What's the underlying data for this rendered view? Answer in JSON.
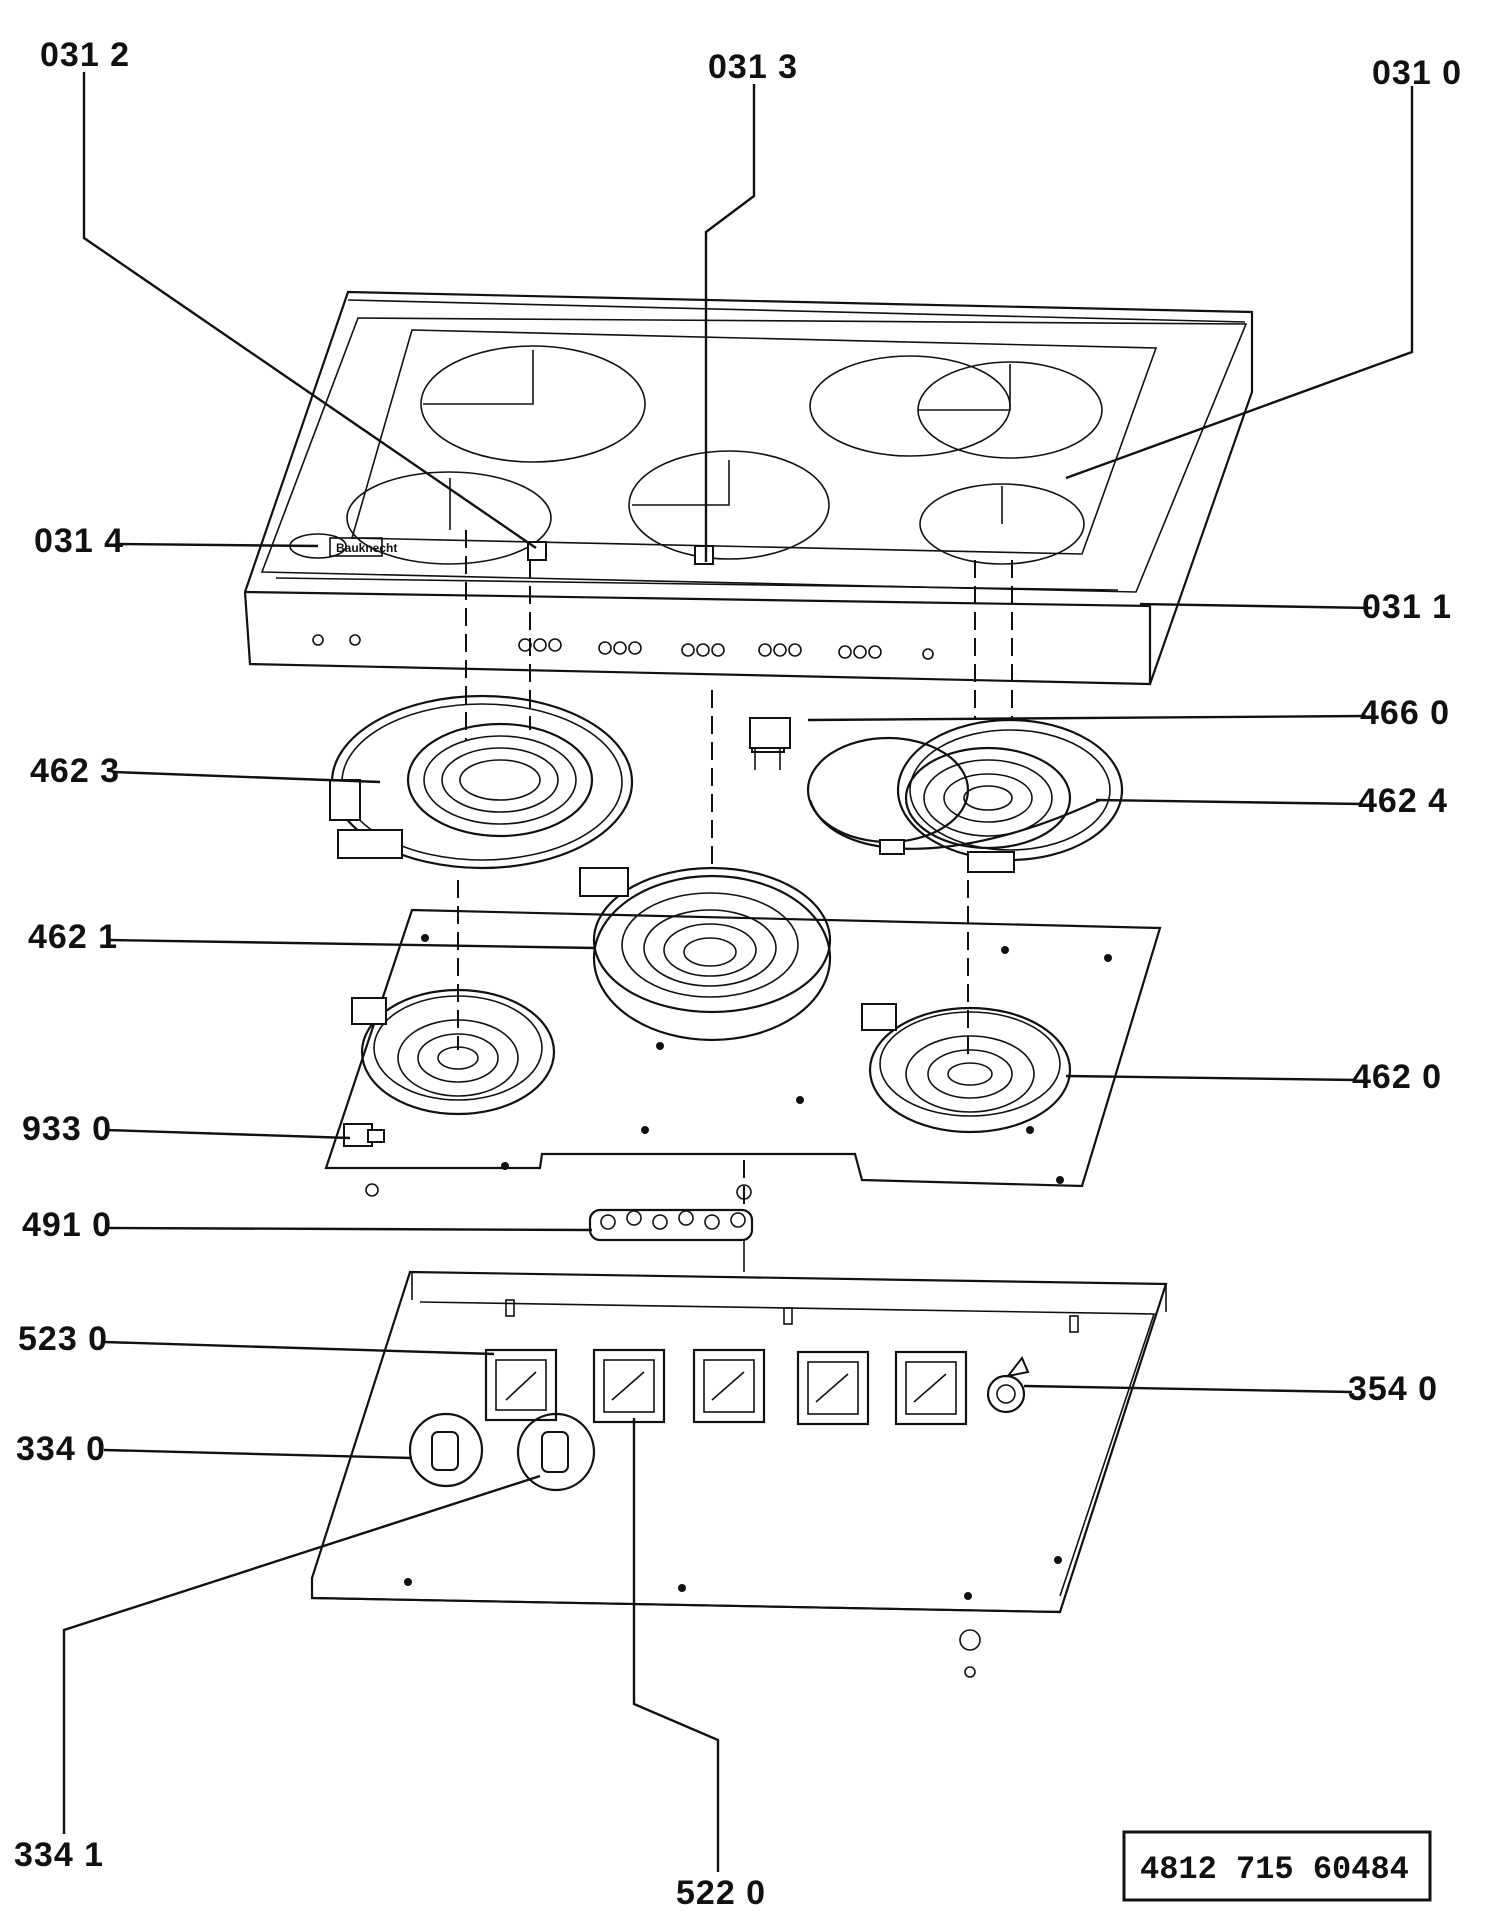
{
  "catalog_number": "4812  715  60484",
  "part_labels": [
    {
      "id": "031-2",
      "text": "031 2"
    },
    {
      "id": "031-3",
      "text": "031 3"
    },
    {
      "id": "031-0",
      "text": "031 0"
    },
    {
      "id": "031-4",
      "text": "031 4"
    },
    {
      "id": "031-1",
      "text": "031 1"
    },
    {
      "id": "466-0",
      "text": "466 0"
    },
    {
      "id": "462-3",
      "text": "462 3"
    },
    {
      "id": "462-4",
      "text": "462 4"
    },
    {
      "id": "462-1",
      "text": "462 1"
    },
    {
      "id": "462-0",
      "text": "462 0"
    },
    {
      "id": "933-0",
      "text": "933 0"
    },
    {
      "id": "491-0",
      "text": "491 0"
    },
    {
      "id": "523-0",
      "text": "523 0"
    },
    {
      "id": "354-0",
      "text": "354 0"
    },
    {
      "id": "334-0",
      "text": "334 0"
    },
    {
      "id": "334-1",
      "text": "334 1"
    },
    {
      "id": "522-0",
      "text": "522 0"
    }
  ],
  "brand_badge": "Bauknecht"
}
